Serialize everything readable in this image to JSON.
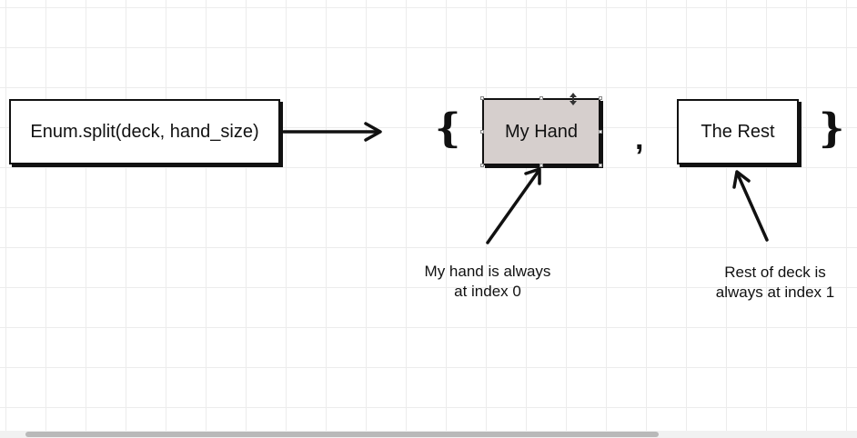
{
  "diagram": {
    "source_box": {
      "label": "Enum.split(deck, hand_size)"
    },
    "tuple": {
      "open_brace": "{",
      "separator": ",",
      "close_brace": "}",
      "first": {
        "label": "My Hand",
        "fill": "#d6cfcd"
      },
      "second": {
        "label": "The Rest",
        "fill": "#ffffff"
      }
    },
    "notes": {
      "hand": "My hand is always\nat index 0",
      "rest": "Rest of deck is\nalways at index 1"
    },
    "colors": {
      "ink": "#111111",
      "grid": "#ececec",
      "background": "#ffffff"
    }
  }
}
